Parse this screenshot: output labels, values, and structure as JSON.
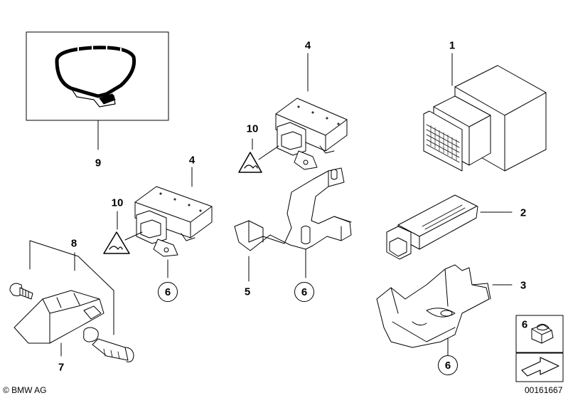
{
  "diagram": {
    "callouts": {
      "c1": "1",
      "c2": "2",
      "c3": "3",
      "c4a": "4",
      "c4b": "4",
      "c5": "5",
      "c6a": "6",
      "c6b": "6",
      "c6c": "6",
      "c6d": "6",
      "c7": "7",
      "c8": "8",
      "c9": "9",
      "c10a": "10",
      "c10b": "10"
    },
    "footer": {
      "brand": "© BMW AG",
      "code": "00161667"
    }
  }
}
